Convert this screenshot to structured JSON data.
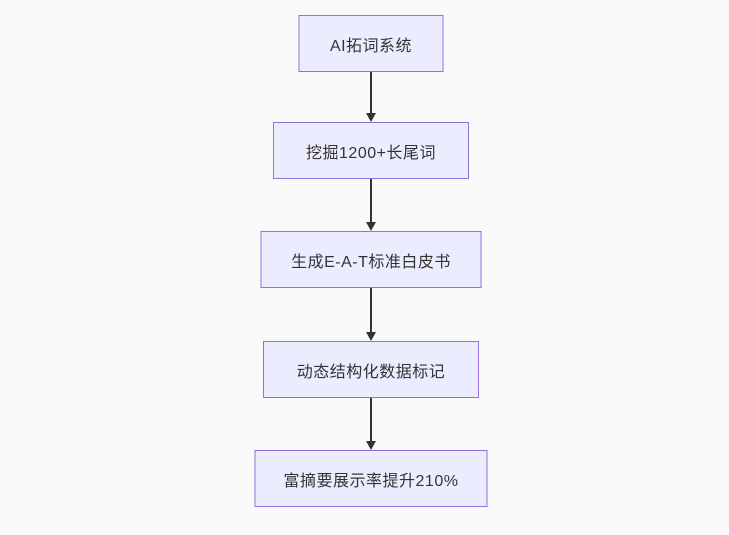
{
  "flowchart": {
    "direction": "top-down",
    "node_fill": "#ececff",
    "node_border": "#9370db",
    "text_color": "#333333",
    "arrow_color": "#333333",
    "background": "#fafafa",
    "nodes": [
      {
        "label": "AI拓词系统"
      },
      {
        "label": "挖掘1200+长尾词"
      },
      {
        "label": "生成E-A-T标准白皮书"
      },
      {
        "label": "动态结构化数据标记"
      },
      {
        "label": "富摘要展示率提升210%"
      }
    ],
    "edges": [
      {
        "from": 0,
        "to": 1
      },
      {
        "from": 1,
        "to": 2
      },
      {
        "from": 2,
        "to": 3
      },
      {
        "from": 3,
        "to": 4
      }
    ]
  }
}
